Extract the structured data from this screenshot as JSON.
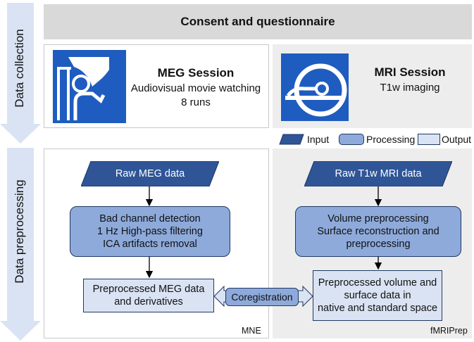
{
  "banner": {
    "text": "Consent and questionnaire"
  },
  "side_labels": {
    "collection": "Data collection",
    "preprocessing": "Data preprocessing"
  },
  "meg_session": {
    "title": "MEG Session",
    "line1": "Audiovisual movie watching",
    "line2": "8 runs"
  },
  "mri_session": {
    "title": "MRI Session",
    "line1": "T1w imaging"
  },
  "legend": {
    "input": "Input",
    "processing": "Processing",
    "output": "Output"
  },
  "meg_pipeline": {
    "input": "Raw MEG data",
    "proc_line1": "Bad channel detection",
    "proc_line2": "1 Hz High-pass filtering",
    "proc_line3": "ICA artifacts removal",
    "out_line1": "Preprocessed MEG data",
    "out_line2": "and derivatives",
    "tool": "MNE"
  },
  "mri_pipeline": {
    "input": "Raw T1w MRI data",
    "proc_line1": "Volume preprocessing",
    "proc_line2": "Surface reconstruction and",
    "proc_line3": "preprocessing",
    "out_line1": "Preprocessed volume and",
    "out_line2": "surface data in",
    "out_line3": "native and standard space",
    "tool": "fMRIPrep"
  },
  "coregistration": {
    "label": "Coregistration"
  },
  "colors": {
    "input": "#2f5597",
    "processing": "#8eaadb",
    "output": "#dae3f3",
    "arrow": "#dae3f3",
    "icon": "#1f5cbf"
  }
}
